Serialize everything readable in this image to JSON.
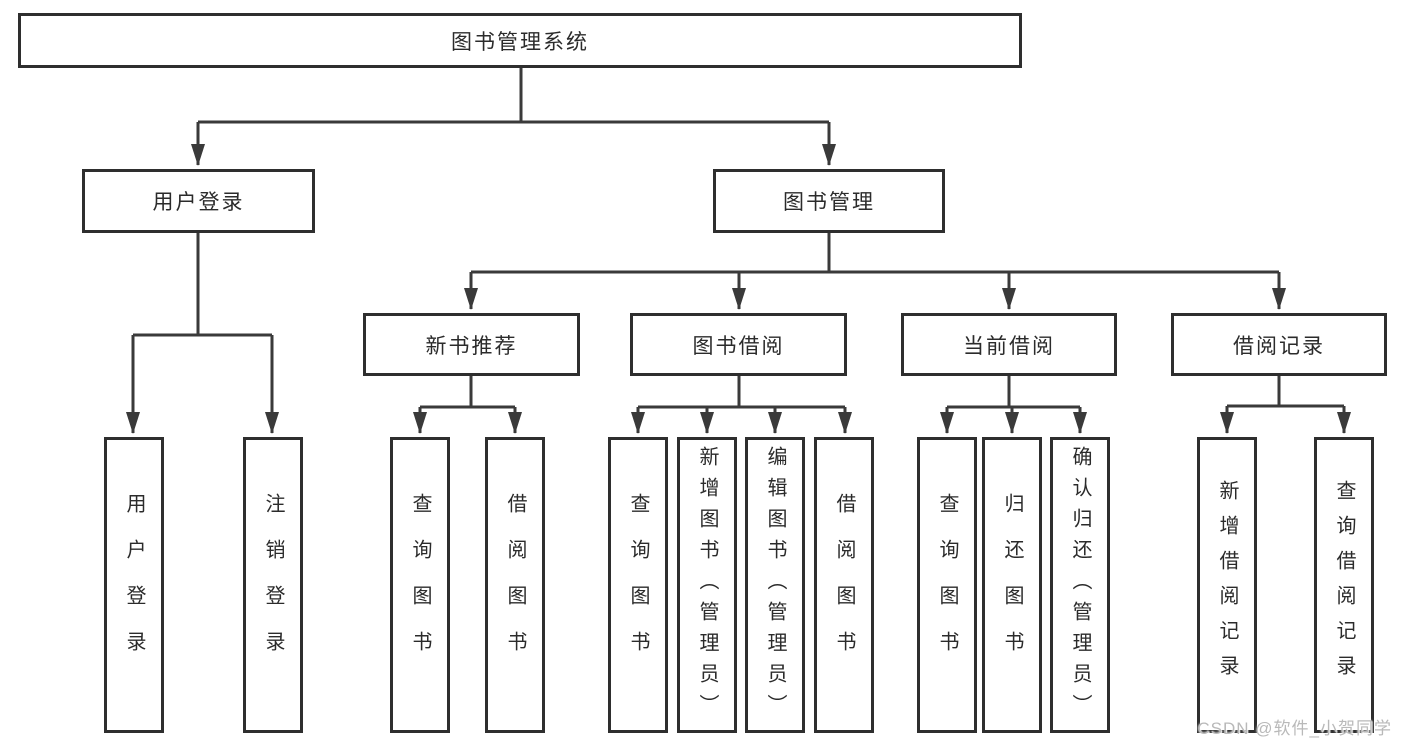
{
  "diagram": {
    "root": {
      "label": "图书管理系统"
    },
    "user_branch": {
      "label": "用户登录",
      "children": [
        {
          "label": "用户登录"
        },
        {
          "label": "注销登录"
        }
      ]
    },
    "book_branch": {
      "label": "图书管理",
      "groups": [
        {
          "label": "新书推荐",
          "children": [
            {
              "label": "查询图书"
            },
            {
              "label": "借阅图书"
            }
          ]
        },
        {
          "label": "图书借阅",
          "children": [
            {
              "label": "查询图书"
            },
            {
              "label": "新增图书（管理员）"
            },
            {
              "label": "编辑图书（管理员）"
            },
            {
              "label": "借阅图书"
            }
          ]
        },
        {
          "label": "当前借阅",
          "children": [
            {
              "label": "查询图书"
            },
            {
              "label": "归还图书"
            },
            {
              "label": "确认归还（管理员）"
            }
          ]
        },
        {
          "label": "借阅记录",
          "children": [
            {
              "label": "新增借阅记录"
            },
            {
              "label": "查询借阅记录"
            }
          ]
        }
      ]
    }
  },
  "watermark": {
    "text": "CSDN @软件_小贺同学"
  },
  "colors": {
    "line": "#3a3a3a",
    "box_border": "#2e2e2e",
    "text": "#2b2b2b",
    "watermark": "#b9b9b9",
    "background": "#ffffff"
  }
}
